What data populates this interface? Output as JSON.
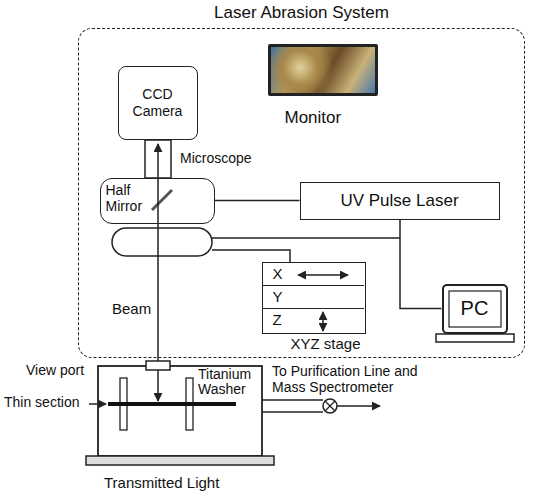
{
  "diagram": {
    "nodes": [
      {
        "text": [
          "Laser Abrasion System"
        ]
      },
      {
        "text": [
          "CCD Camera"
        ],
        "in": 0
      },
      {
        "text": [
          "Monitor"
        ],
        "in": 0
      },
      {
        "text": [
          "Half Mirror"
        ],
        "in": 0
      },
      {
        "text": [
          "UV Pulse Laser"
        ],
        "in": 0
      },
      {
        "text": [
          "XYZ stage"
        ],
        "in": 0
      },
      {
        "text": [
          "X"
        ],
        "in": 5
      },
      {
        "text": [
          "Y"
        ],
        "in": 5
      },
      {
        "text": [
          "Z"
        ],
        "in": 5
      },
      {
        "text": [
          "PC"
        ],
        "in": 0
      }
    ],
    "edges": [
      {
        "from": 3,
        "to": 4,
        "arrow": "none"
      },
      {
        "from": 4,
        "to": 9,
        "arrow": "none"
      }
    ],
    "labels": [
      "Microscope",
      "Beam",
      "View port",
      "Thin section",
      "Titanium Washer",
      "To Purification Line and Mass Spectrometer",
      "Transmitted Light"
    ]
  }
}
